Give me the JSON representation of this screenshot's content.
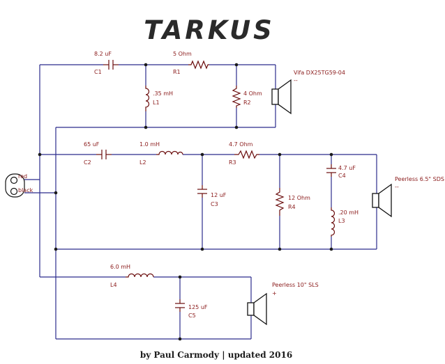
{
  "title": "TARKUS",
  "footer": "by Paul Carmody | updated 2016",
  "input": {
    "red_label": "red",
    "black_label": "black"
  },
  "tweeter": {
    "driver": "Vifa DX25TG59-04",
    "driver_sub": "--",
    "c1": {
      "value": "8.2 uF",
      "ref": "C1"
    },
    "r1": {
      "value": "5 Ohm",
      "ref": "R1"
    },
    "l1": {
      "value": ".35 mH",
      "ref": "L1"
    },
    "r2": {
      "value": "4 Ohm",
      "ref": "R2"
    }
  },
  "mid": {
    "driver": "Peerless 6.5\" SDS",
    "driver_sub": "--",
    "c2": {
      "value": "65 uF",
      "ref": "C2"
    },
    "l2": {
      "value": "1.0 mH",
      "ref": "L2"
    },
    "r3": {
      "value": "4.7 Ohm",
      "ref": "R3"
    },
    "c3": {
      "value": "12 uF",
      "ref": "C3"
    },
    "r4": {
      "value": "12 Ohm",
      "ref": "R4"
    },
    "c4": {
      "value": "4.7 uF",
      "ref": "C4"
    },
    "l3": {
      "value": ".20 mH",
      "ref": "L3"
    }
  },
  "woofer": {
    "driver": "Peerless 10\" SLS",
    "plus": "+",
    "l4": {
      "value": "6.0 mH",
      "ref": "L4"
    },
    "c5": {
      "value": "125 uF",
      "ref": "C5"
    }
  },
  "colors": {
    "wire": "#2b2b8c",
    "component": "#6a0c0c",
    "label": "#8a1a1a"
  }
}
